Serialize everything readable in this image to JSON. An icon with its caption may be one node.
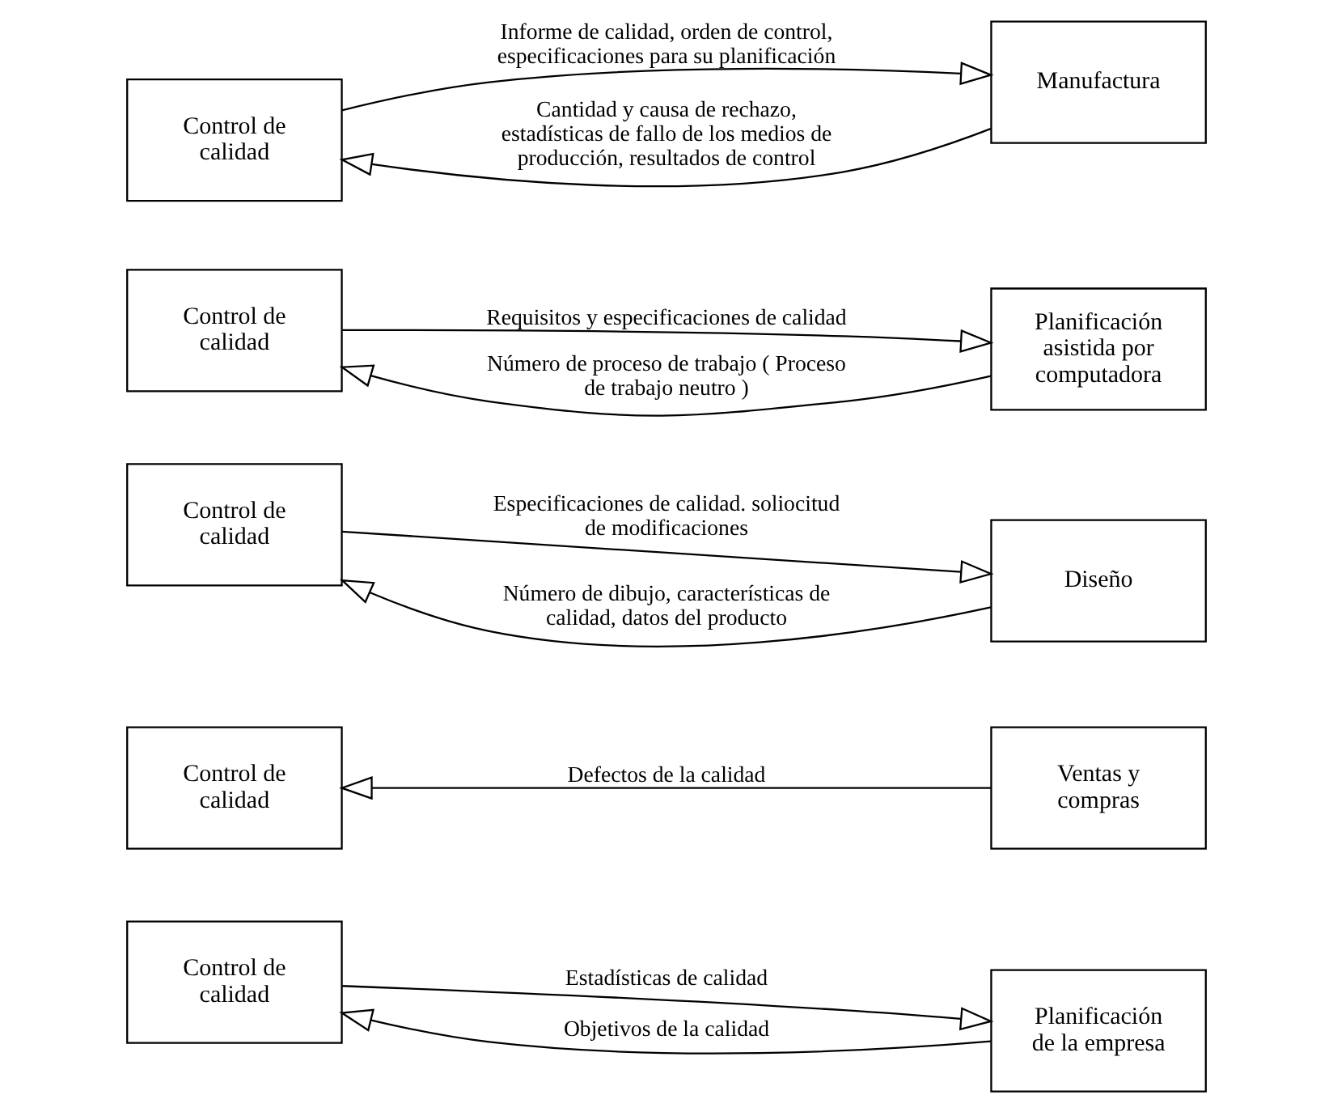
{
  "diagram": {
    "nodes": [
      {
        "text": [
          "Control de calidad"
        ]
      },
      {
        "text": [
          "Planificación de la empresa"
        ]
      },
      {
        "text": [
          "Control de calidad"
        ]
      },
      {
        "text": [
          "Ventas y compras"
        ]
      },
      {
        "text": [
          "Control de calidad"
        ]
      },
      {
        "text": [
          "Diseño"
        ]
      },
      {
        "text": [
          "Control de calidad"
        ]
      },
      {
        "text": [
          "Planificación asistida por computadora"
        ]
      },
      {
        "text": [
          "Control de calidad"
        ]
      },
      {
        "text": [
          "Manufactura"
        ]
      }
    ],
    "edges": [
      {
        "from": 0,
        "to": 1,
        "arrow": "to",
        "label": "Estadísticas de calidad"
      },
      {
        "from": 1,
        "to": 0,
        "arrow": "to",
        "label": "Objetivos de la calidad"
      },
      {
        "from": 3,
        "to": 2,
        "arrow": "to",
        "label": "Defectos de la calidad"
      },
      {
        "from": 4,
        "to": 5,
        "arrow": "to",
        "label": "Especificaciones de calidad. soliocitud de modificaciones"
      },
      {
        "from": 5,
        "to": 4,
        "arrow": "to",
        "label": "Número de dibujo, características de calidad, datos del producto"
      },
      {
        "from": 6,
        "to": 7,
        "arrow": "to",
        "label": "Requisitos y especificaciones de calidad"
      },
      {
        "from": 7,
        "to": 6,
        "arrow": "to",
        "label": "Número de proceso de trabajo ( Proceso de trabajo neutro )"
      },
      {
        "from": 8,
        "to": 9,
        "arrow": "to",
        "label": "Informe de calidad, orden de control, especificaciones para su planificación"
      },
      {
        "from": 9,
        "to": 8,
        "arrow": "to",
        "label": "Cantidad y causa de rechazo, estadísticas de fallo de los medios de producción, resultados de control"
      }
    ]
  }
}
